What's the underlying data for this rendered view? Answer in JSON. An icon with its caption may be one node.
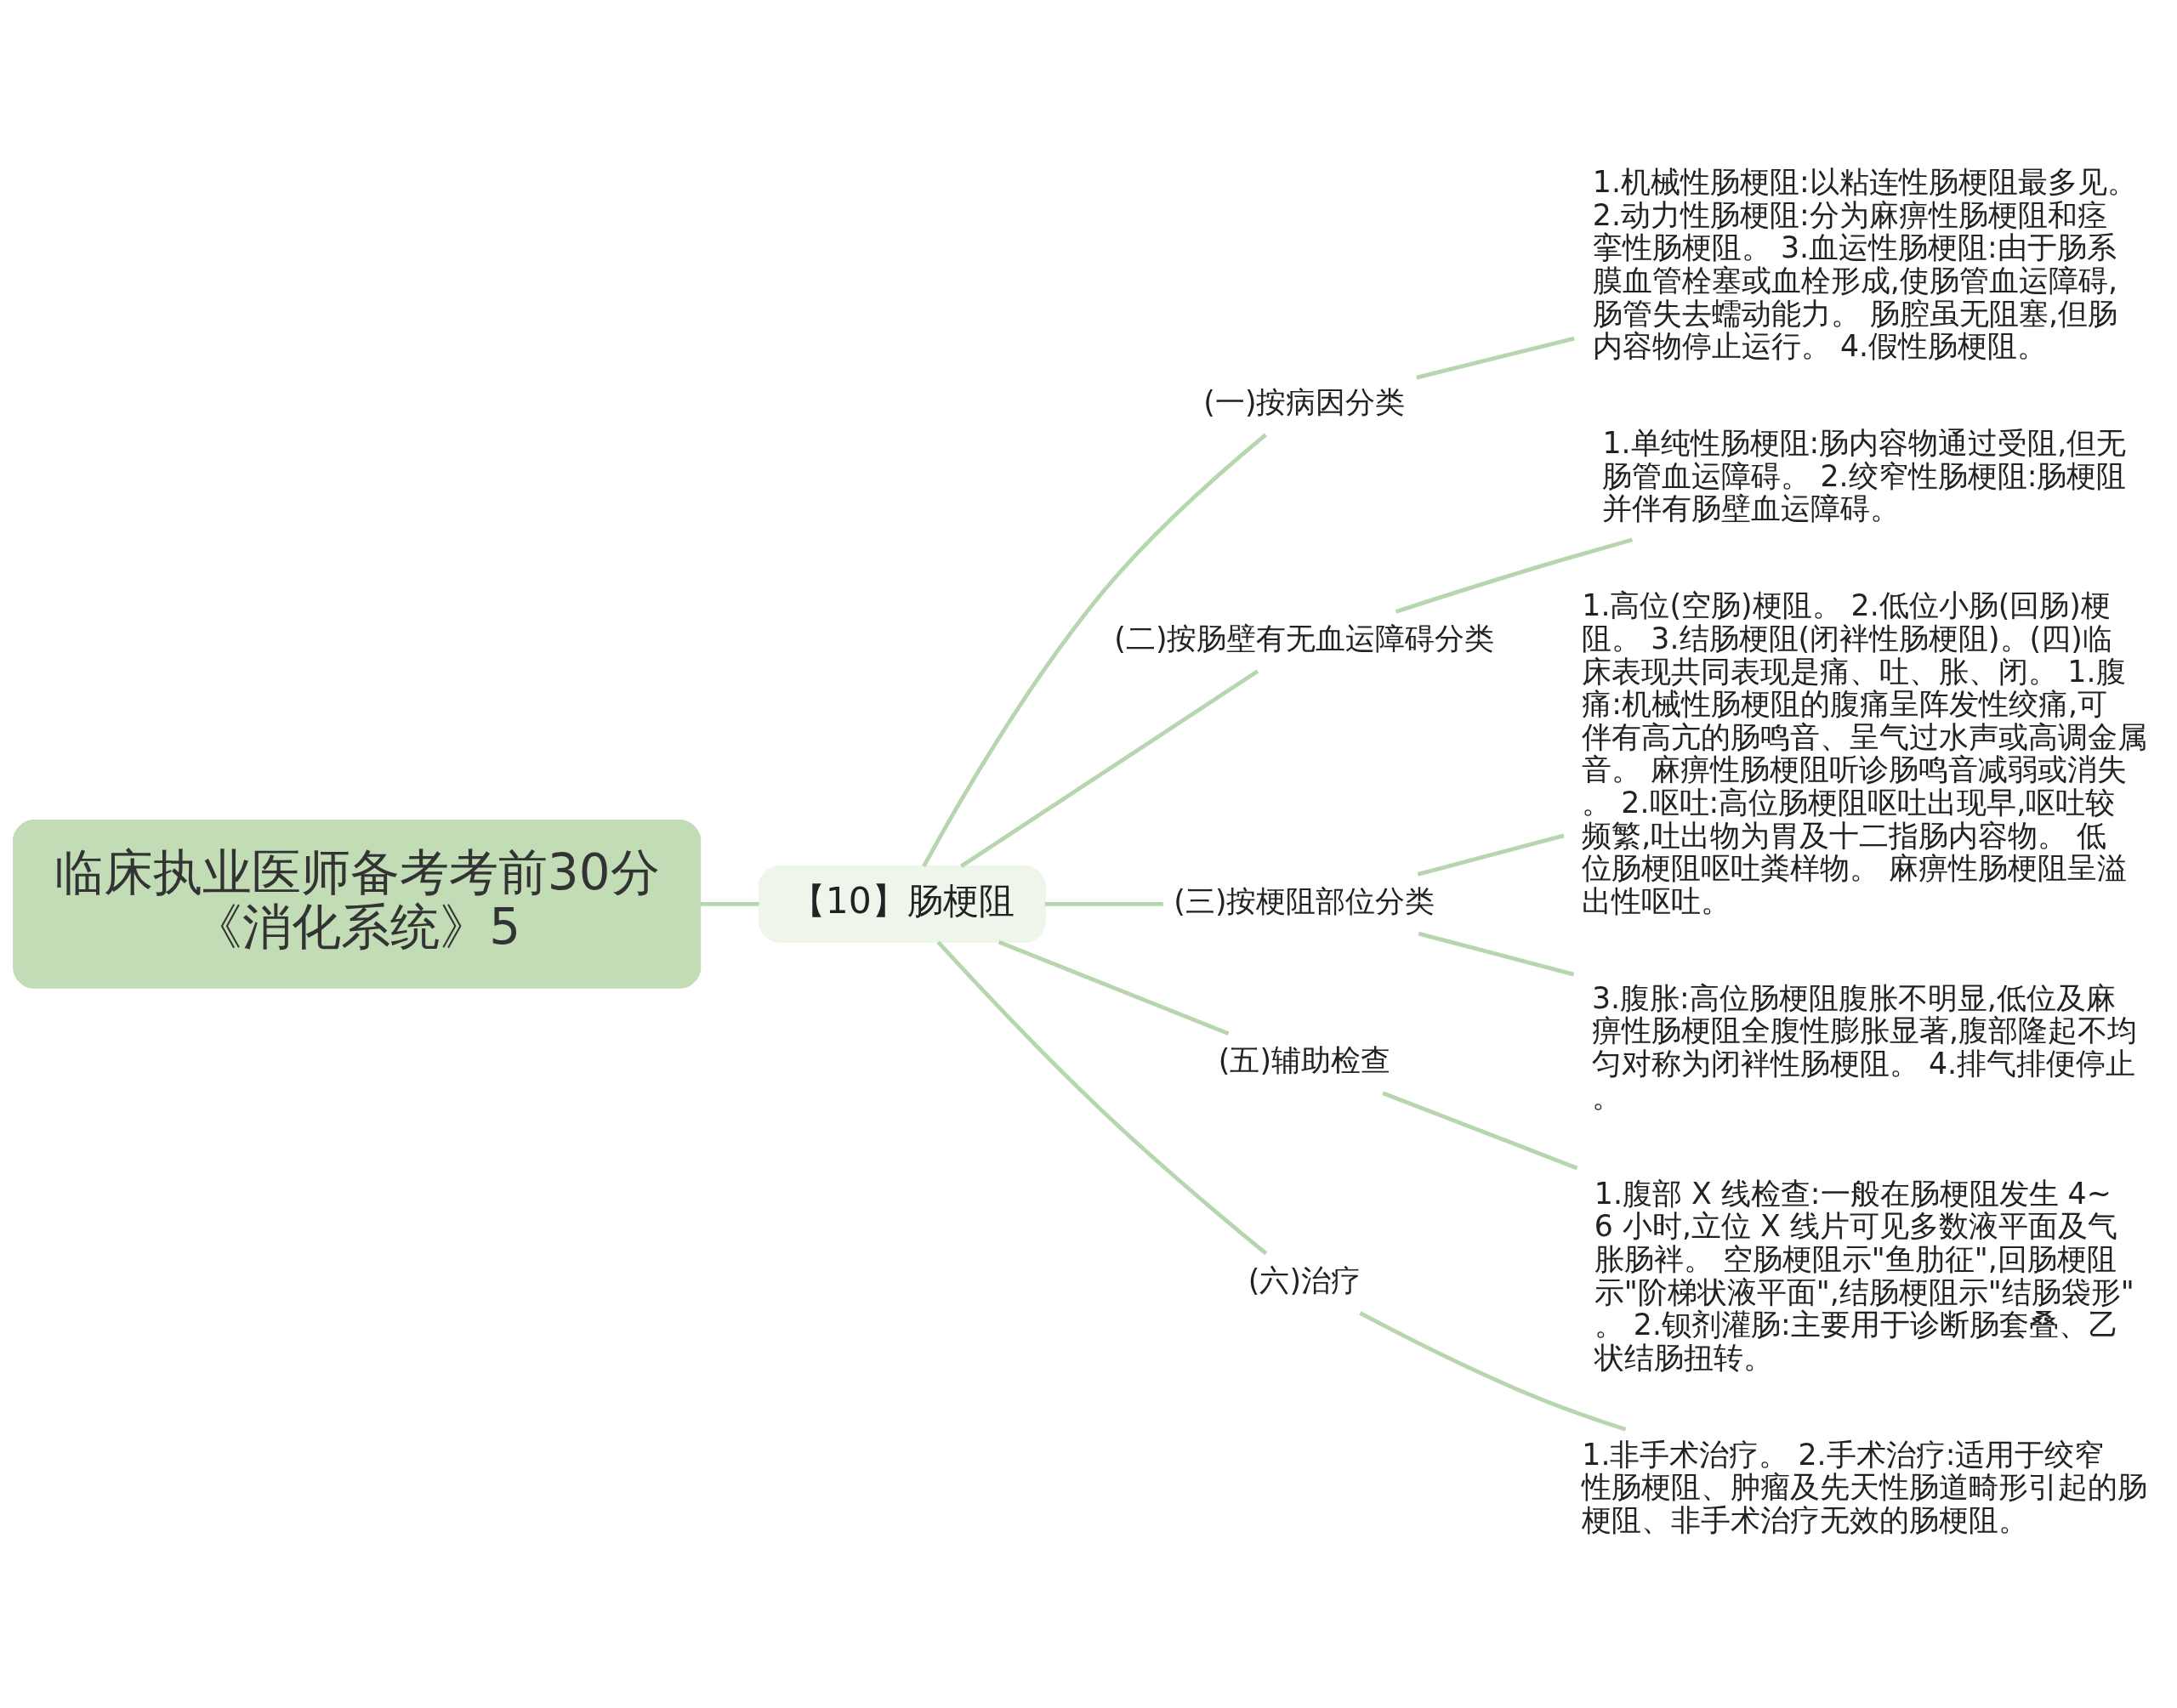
{
  "diagram": {
    "nodes": [
      {
        "text": [
          "临床执业医师备考考前30分《消化系统》5"
        ]
      },
      {
        "text": [
          "【10】肠梗阻"
        ]
      },
      {
        "text": [
          "(一)按病因分类"
        ]
      },
      {
        "text": [
          "1.机械性肠梗阻:以粘连性肠梗阻最多见。 2.动力性肠梗阻:分为麻痹性肠梗阻和痉挛性肠梗阻。 3.血运性肠梗阻:由于肠系膜血管栓塞或血栓形成,使肠管血运障碍,肠管失去蠕动能力。 肠腔虽无阻塞,但肠内容物停止运行。 4.假性肠梗阻。"
        ]
      },
      {
        "text": [
          "(二)按肠壁有无血运障碍分类"
        ]
      },
      {
        "text": [
          "1.单纯性肠梗阻:肠内容物通过受阻,但无肠管血运障碍。 2.绞窄性肠梗阻:肠梗阻并伴有肠壁血运障碍。"
        ]
      },
      {
        "text": [
          "(三)按梗阻部位分类"
        ]
      },
      {
        "text": [
          "1.高位(空肠)梗阻。 2.低位小肠(回肠)梗阻。 3.结肠梗阻(闭袢性肠梗阻)。(四)临床表现共同表现是痛、吐、胀、闭。 1.腹痛:机械性肠梗阻的腹痛呈阵发性绞痛,可伴有高亢的肠鸣音、呈气过水声或高调金属音。 麻痹性肠梗阻听诊肠鸣音减弱或消失。 2.呕吐:高位肠梗阻呕吐出现早,呕吐较频繁,吐出物为胃及十二指肠内容物。 低位肠梗阻呕吐粪样物。 麻痹性肠梗阻呈溢出性呕吐。"
        ]
      },
      {
        "text": [
          "3.腹胀:高位肠梗阻腹胀不明显,低位及麻痹性肠梗阻全腹性膨胀显著,腹部隆起不均匀对称为闭袢性肠梗阻。 4.排气排便停止。"
        ]
      },
      {
        "text": [
          "(五)辅助检查"
        ]
      },
      {
        "text": [
          "1.腹部 X 线检查:一般在肠梗阻发生 4~ 6 小时,立位 X 线片可见多数液平面及气胀肠袢。 空肠梗阻示\"鱼肋征\",回肠梗阻示\"阶梯状液平面\",结肠梗阻示\"结肠袋形\"。 2.钡剂灌肠:主要用于诊断肠套叠、乙状结肠扭转。"
        ]
      },
      {
        "text": [
          "(六)治疗"
        ]
      },
      {
        "text": [
          "1.非手术治疗。 2.手术治疗:适用于绞窄性肠梗阻、肿瘤及先天性肠道畸形引起的肠梗阻、非手术治疗无效的肠梗阻。"
        ]
      }
    ],
    "edges": [
      {
        "from": 0,
        "to": 1,
        "arrow": "none"
      },
      {
        "from": 1,
        "to": 2,
        "arrow": "none"
      },
      {
        "from": 2,
        "to": 3,
        "arrow": "none"
      },
      {
        "from": 1,
        "to": 4,
        "arrow": "none"
      },
      {
        "from": 4,
        "to": 5,
        "arrow": "none"
      },
      {
        "from": 1,
        "to": 6,
        "arrow": "none"
      },
      {
        "from": 6,
        "to": 7,
        "arrow": "none"
      },
      {
        "from": 6,
        "to": 8,
        "arrow": "none"
      },
      {
        "from": 1,
        "to": 9,
        "arrow": "none"
      },
      {
        "from": 9,
        "to": 10,
        "arrow": "none"
      },
      {
        "from": 1,
        "to": 11,
        "arrow": "none"
      },
      {
        "from": 11,
        "to": 12,
        "arrow": "none"
      }
    ]
  }
}
